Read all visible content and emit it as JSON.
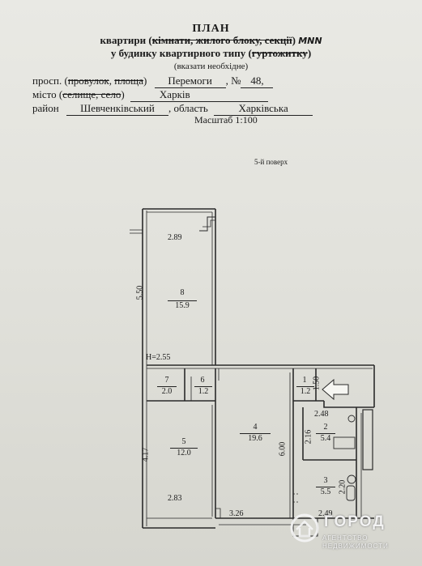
{
  "header": {
    "title": "ПЛАН",
    "line1_prefix": "квартири (",
    "line1_strike": "кімнати, жилого блоку, секції",
    "line1_suffix": ")",
    "line1_handwritten": "MNN",
    "line2_prefix": "у будинку квартирного типу (",
    "line2_strike": "гуртожитку",
    "line2_suffix": ")",
    "note": "(вказати необхідне)"
  },
  "address": {
    "street_prefix": "просп. (",
    "street_strike1": "провулок",
    "street_sep": ", ",
    "street_strike2": "площа",
    "street_suffix": ")",
    "street_value": "Перемоги",
    "house_prefix": ", №",
    "house_value": "48,",
    "city_prefix": "місто (",
    "city_strike": "селище, село",
    "city_suffix": ")",
    "city_value": "Харків",
    "district_label": "район",
    "district_value": "Шевченківський",
    "region_label": ", область",
    "region_value": "Харківська",
    "scale": "Масштаб 1:100"
  },
  "floor_label": "5-й поверх",
  "rooms": [
    {
      "number": "8",
      "area": "15.9"
    },
    {
      "number": "7",
      "area": "2.0"
    },
    {
      "number": "6",
      "area": "1.2"
    },
    {
      "number": "5",
      "area": "12.0"
    },
    {
      "number": "4",
      "area": "19.6"
    },
    {
      "number": "1",
      "area": "1.2"
    },
    {
      "number": "2",
      "area": "5.4"
    },
    {
      "number": "3",
      "area": "5.5"
    }
  ],
  "dimensions": {
    "top_width": "2.89",
    "room8_height": "5.50",
    "ceiling": "H=2.55",
    "left_height": "4.17",
    "room5_width": "2.83",
    "room4_width": "3.26",
    "room4_height": "6.00",
    "bath_width": "2.48",
    "bath_height": "2.16",
    "entry_width": "1.50",
    "room3_height": "2.20",
    "room3_width": "2.49"
  },
  "watermark": {
    "main": "ГОРОД",
    "sub1": "АГЕНТСТВО",
    "sub2": "НЕДВИЖИМОСТИ"
  }
}
